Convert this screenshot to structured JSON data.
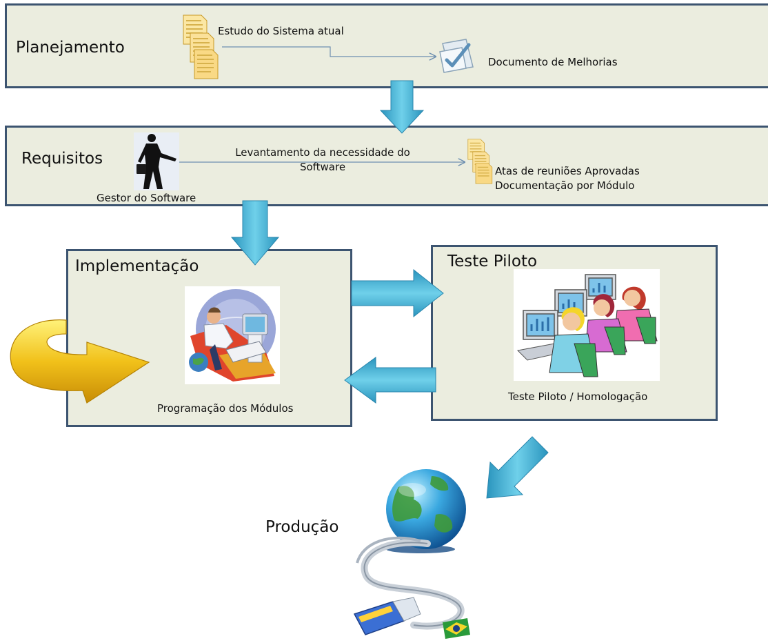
{
  "planejamento": {
    "title": "Planejamento",
    "source_label": "Estudo do Sistema atual",
    "target_label": "Documento de Melhorias"
  },
  "requisitos": {
    "title": "Requisitos",
    "actor_label": "Gestor do Software",
    "flow_label": "Levantamento da necessidade do Software",
    "output_line1": "Atas de reuniões Aprovadas",
    "output_line2": "Documentação por Módulo"
  },
  "implementacao": {
    "title": "Implementação",
    "caption": "Programação dos Módulos"
  },
  "teste_piloto": {
    "title": "Teste Piloto",
    "caption": "Teste Piloto / Homologação"
  },
  "producao": {
    "title": "Produção"
  },
  "colors": {
    "panel_fill": "#ebeddf",
    "panel_border": "#3c5470",
    "flow_arrow": "#4fb6d6",
    "loop_arrow": "#f1c11a"
  },
  "icons": {
    "documents": "documents-stack-icon",
    "checked_document": "checked-document-icon",
    "manager": "businessman-silhouette-icon",
    "programmer": "programmer-clipart-icon",
    "testers": "computer-users-clipart-icon",
    "globe": "globe-network-cable-icon",
    "brazil": "brazil-flag-icon"
  }
}
